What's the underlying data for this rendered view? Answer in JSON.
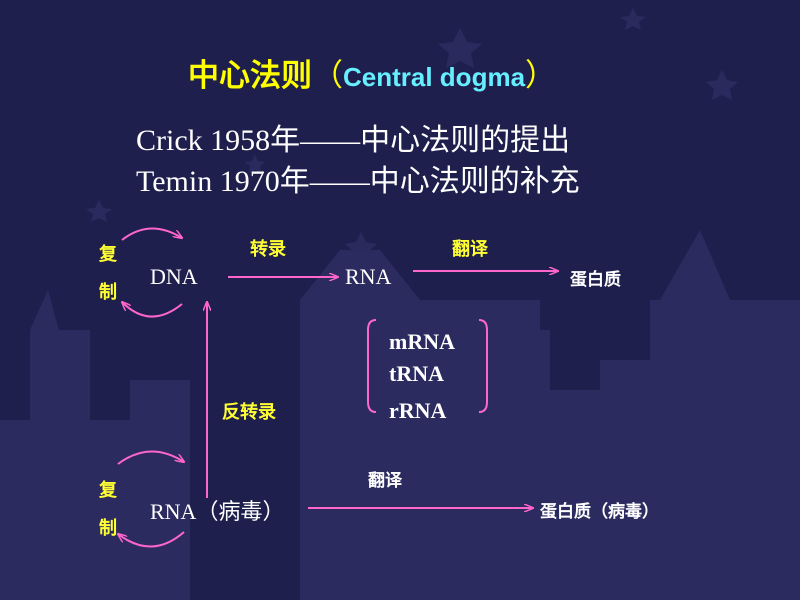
{
  "title": {
    "zh": "中心法则",
    "paren_open": "（",
    "en": "Central dogma",
    "paren_close": "）"
  },
  "history": [
    "Crick 1958年——中心法则的提出",
    "Temin 1970年——中心法则的补充"
  ],
  "diagram": {
    "top": {
      "replication": [
        "复",
        "制"
      ],
      "dna": "DNA",
      "transcription": "转录",
      "rna": "RNA",
      "translation": "翻译",
      "protein": "蛋白质"
    },
    "rna_types": [
      "mRNA",
      "tRNA",
      "rRNA"
    ],
    "reverse_transcription": "反转录",
    "bottom": {
      "replication": [
        "复",
        "制"
      ],
      "rna_virus": "RNA（病毒）",
      "translation": "翻译",
      "protein_virus": "蛋白质（病毒）"
    }
  },
  "colors": {
    "background": "#1f1f4e",
    "title": "#ffff00",
    "title_en": "#66f0ff",
    "label": "#ffff33",
    "arrow": "#ff66cc",
    "text": "#ffffff"
  }
}
